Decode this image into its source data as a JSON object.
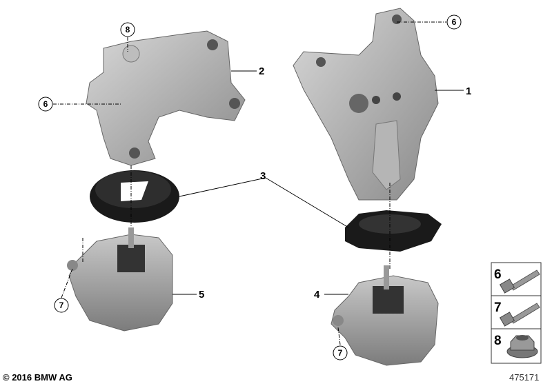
{
  "callouts": {
    "c8_top": "8",
    "c6_left": "6",
    "c2": "2",
    "c6_right": "6",
    "c1": "1",
    "c3": "3",
    "c5": "5",
    "c4": "4",
    "c7_left": "7",
    "c7_right": "7"
  },
  "legend": {
    "items": [
      {
        "number": "6",
        "part": "bolt-icon"
      },
      {
        "number": "7",
        "part": "bolt-icon"
      },
      {
        "number": "8",
        "part": "nut-icon"
      }
    ]
  },
  "footer": {
    "copyright": "© 2016 BMW AG",
    "diagram_number": "475171"
  },
  "colors": {
    "part_grey": "#a9a9a9",
    "rubber": "#1a1a1a",
    "line": "#000000"
  }
}
